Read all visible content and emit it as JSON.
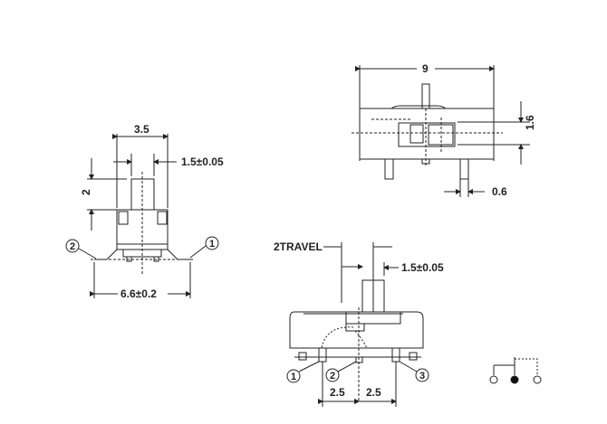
{
  "diagram": {
    "type": "mechanical-dimension-drawing",
    "subject": "slide switch",
    "views": {
      "side_view": {
        "dims": {
          "body_width": "3.5",
          "actuator_width": "1.5±0.05",
          "actuator_height": "2",
          "terminal_span": "6.6±0.2"
        },
        "pin_labels": [
          "2",
          "1"
        ]
      },
      "top_view": {
        "dims": {
          "body_length": "9",
          "slot_height": "1.6",
          "pin_width": "0.6"
        }
      },
      "front_view": {
        "dims": {
          "travel": "2TRAVEL",
          "actuator_width": "1.5±0.05",
          "pitch_left": "2.5",
          "pitch_right": "2.5"
        },
        "pin_labels": [
          "1",
          "2",
          "3"
        ]
      },
      "schematic": {
        "nodes": 3,
        "common_pin": "center (filled)"
      }
    }
  }
}
